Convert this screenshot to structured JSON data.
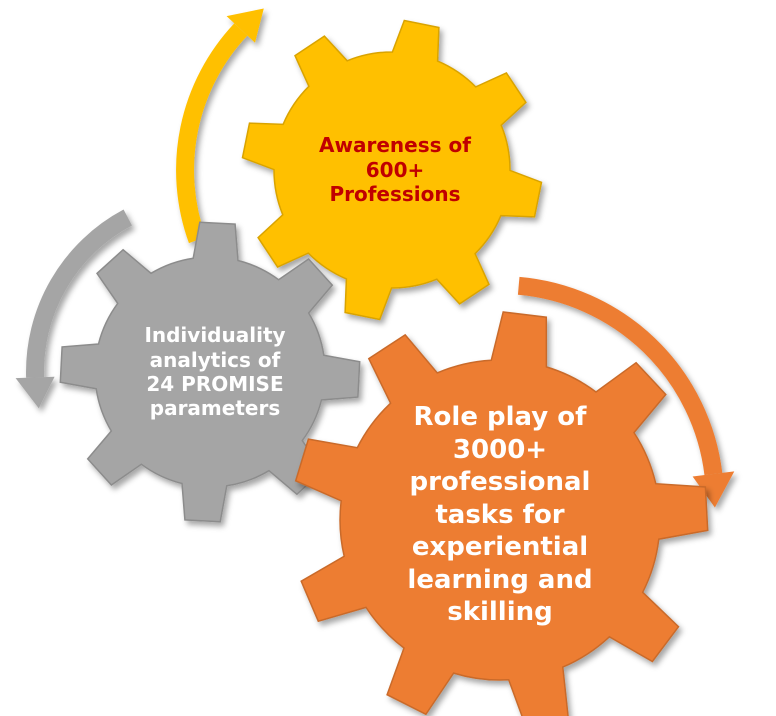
{
  "colors": {
    "yellow_gear": "#ffc000",
    "gray_gear": "#a5a5a5",
    "orange_gear": "#ed7d31",
    "yellow_text": "#c00000",
    "light_text": "#ffffff"
  },
  "gears": {
    "yellow": {
      "label": "Awareness of\n600+\nProfessions"
    },
    "gray": {
      "label": "Individuality\nanalytics of\n24 PROMISE\nparameters"
    },
    "orange": {
      "label": "Role play of\n3000+\nprofessional\ntasks for\nexperiential\nlearning and\nskilling"
    }
  },
  "arrows": [
    "yellow-arrow",
    "gray-arrow",
    "orange-arrow"
  ]
}
